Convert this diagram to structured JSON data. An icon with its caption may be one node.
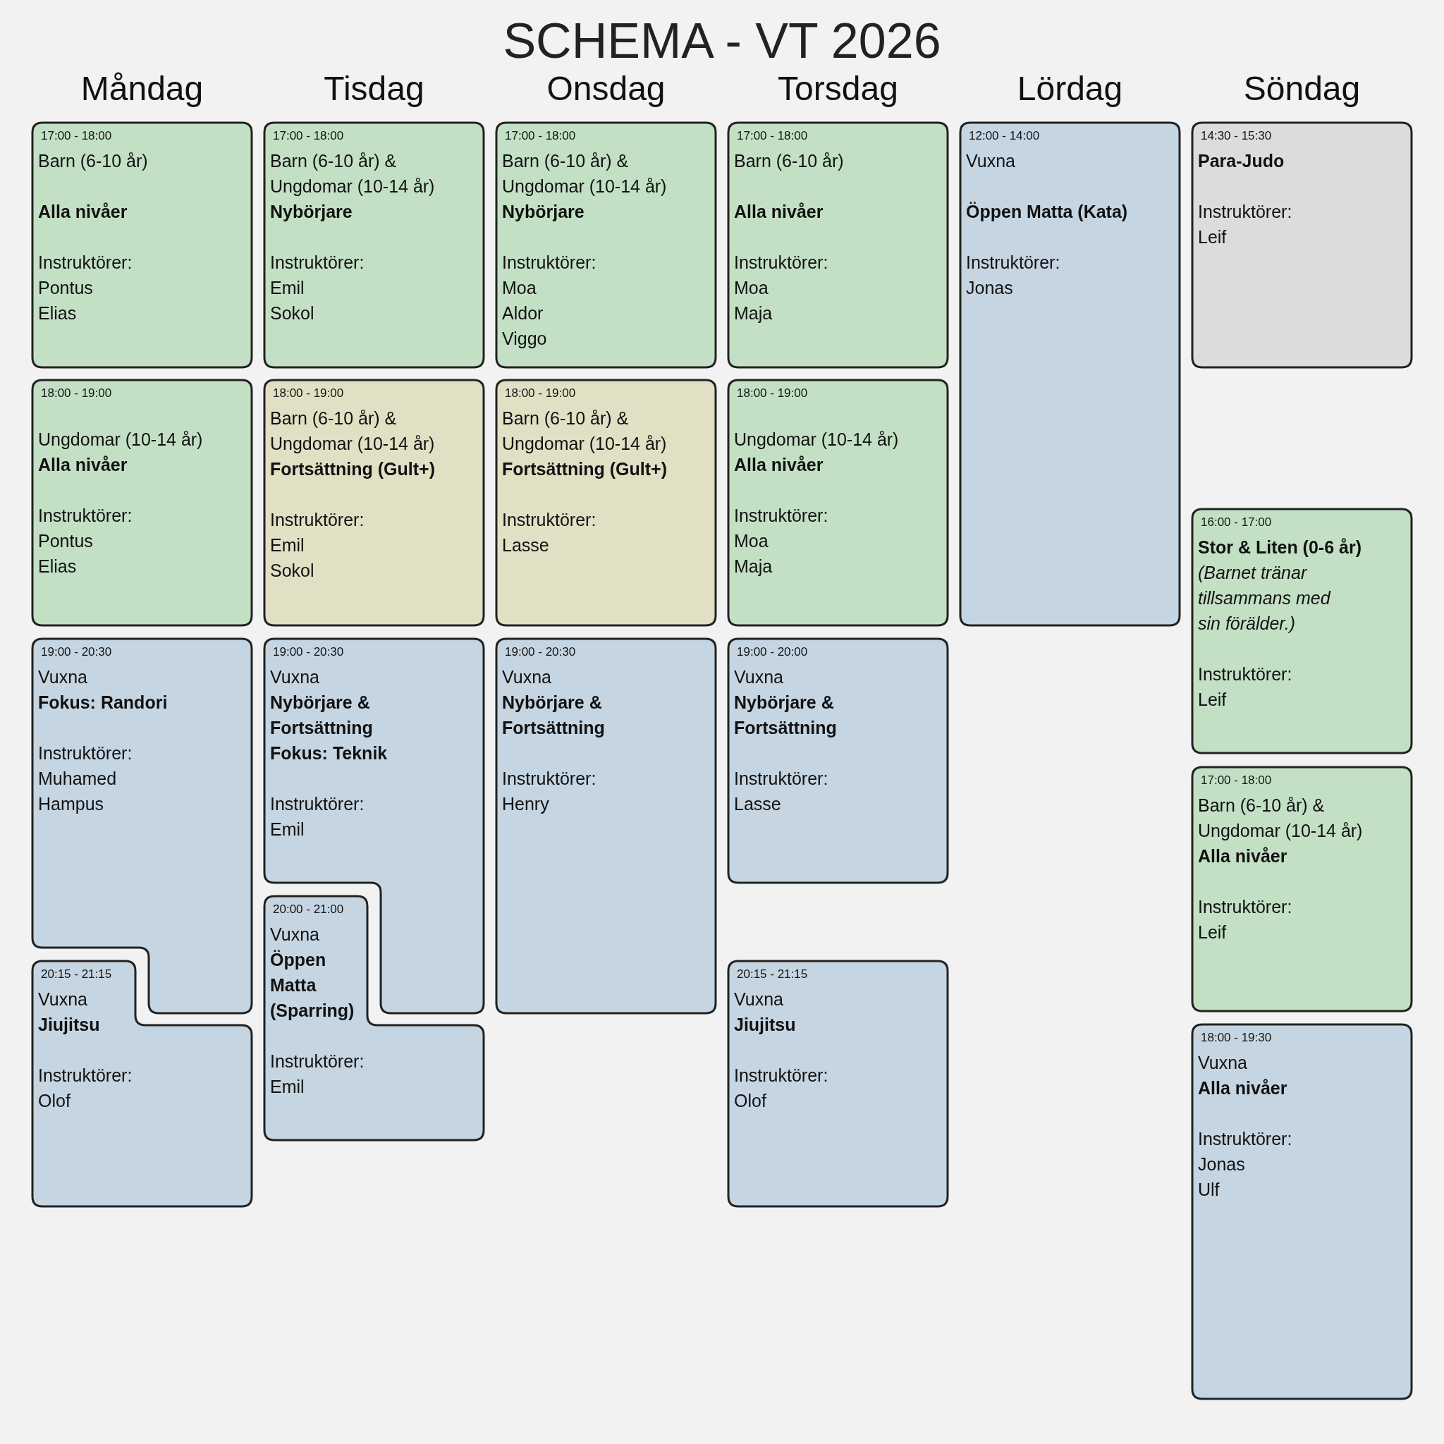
{
  "diagram": {
    "title": "SCHEMA - VT 2026",
    "nodes": [
      {
        "text": [
          "17:00 - 18:00",
          "Barn (6-10 år)",
          "Alla nivåer",
          "Instruktörer:",
          "Pontus",
          "Elias"
        ]
      },
      {
        "text": [
          "18:00 - 19:00",
          "Ungdomar (10-14 år)",
          "Alla nivåer",
          "Instruktörer:",
          "Pontus",
          "Elias"
        ]
      },
      {
        "text": [
          "19:00 - 20:30",
          "Vuxna",
          "Fokus: Randori",
          "Instruktörer:",
          "Muhamed",
          "Hampus"
        ]
      },
      {
        "text": [
          "20:15 - 21:15",
          "Vuxna",
          "Jiujitsu",
          "Instruktörer:",
          "Olof"
        ]
      },
      {
        "text": [
          "17:00 - 18:00",
          "Barn (6-10 år) & Ungdomar (10-14 år)",
          "Nybörjare",
          "Instruktörer:",
          "Emil",
          "Sokol"
        ]
      },
      {
        "text": [
          "18:00 - 19:00",
          "Barn (6-10 år) & Ungdomar (10-14 år)",
          "Fortsättning (Gult+)",
          "Instruktörer:",
          "Emil",
          "Sokol"
        ]
      },
      {
        "text": [
          "19:00 - 20:30",
          "Vuxna",
          "Nybörjare & Fortsättning",
          "Fokus: Teknik",
          "Instruktörer:",
          "Emil"
        ]
      },
      {
        "text": [
          "20:00 - 21:00",
          "Vuxna",
          "Öppen Matta (Sparring)",
          "Instruktörer:",
          "Emil"
        ]
      },
      {
        "text": [
          "17:00 - 18:00",
          "Barn (6-10 år) & Ungdomar (10-14 år)",
          "Nybörjare",
          "Instruktörer:",
          "Moa",
          "Aldor",
          "Viggo"
        ]
      },
      {
        "text": [
          "18:00 - 19:00",
          "Barn (6-10 år) & Ungdomar (10-14 år)",
          "Fortsättning (Gult+)",
          "Instruktörer:",
          "Lasse"
        ]
      },
      {
        "text": [
          "19:00 - 20:30",
          "Vuxna",
          "Nybörjare & Fortsättning",
          "Instruktörer:",
          "Henry"
        ]
      },
      {
        "text": [
          "17:00 - 18:00",
          "Barn (6-10 år)",
          "Alla nivåer",
          "Instruktörer:",
          "Moa",
          "Maja"
        ]
      },
      {
        "text": [
          "18:00 - 19:00",
          "Ungdomar (10-14 år)",
          "Alla nivåer",
          "Instruktörer:",
          "Moa",
          "Maja"
        ]
      },
      {
        "text": [
          "19:00 - 20:00",
          "Vuxna",
          "Nybörjare & Fortsättning",
          "Instruktörer:",
          "Lasse"
        ]
      },
      {
        "text": [
          "20:15 - 21:15",
          "Vuxna",
          "Jiujitsu",
          "Instruktörer:",
          "Olof"
        ]
      },
      {
        "text": [
          "12:00 - 14:00",
          "Vuxna",
          "Öppen Matta (Kata)",
          "Instruktörer:",
          "Jonas"
        ]
      },
      {
        "text": [
          "14:30 - 15:30",
          "Para-Judo",
          "Instruktörer:",
          "Leif"
        ]
      },
      {
        "text": [
          "16:00 - 17:00",
          "Stor & Liten (0-6 år)",
          "(Barnet tränar tillsammans med sin förälder.)",
          "Instruktörer:",
          "Leif"
        ]
      },
      {
        "text": [
          "17:00 - 18:00",
          "Barn (6-10 år) & Ungdomar (10-14 år)",
          "Alla nivåer",
          "Instruktörer:",
          "Leif"
        ]
      },
      {
        "text": [
          "18:00 - 19:30",
          "Vuxna",
          "Alla nivåer",
          "Instruktörer:",
          "Jonas",
          "Ulf"
        ]
      }
    ],
    "labels": [
      "Måndag",
      "Tisdag",
      "Onsdag",
      "Torsdag",
      "Lördag",
      "Söndag"
    ]
  }
}
